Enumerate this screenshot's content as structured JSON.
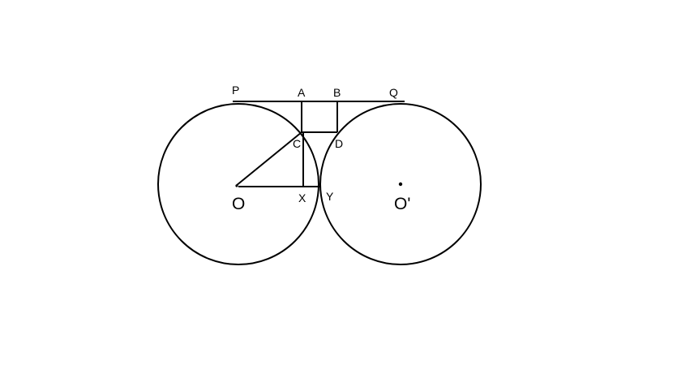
{
  "diagram": {
    "labels": {
      "P": "P",
      "A": "A",
      "B": "B",
      "Q": "Q",
      "C": "C",
      "D": "D",
      "O": "O",
      "X": "X",
      "Y": "Y",
      "O_prime": "O'"
    },
    "line_color": "#000000",
    "background_color": "#ffffff"
  }
}
